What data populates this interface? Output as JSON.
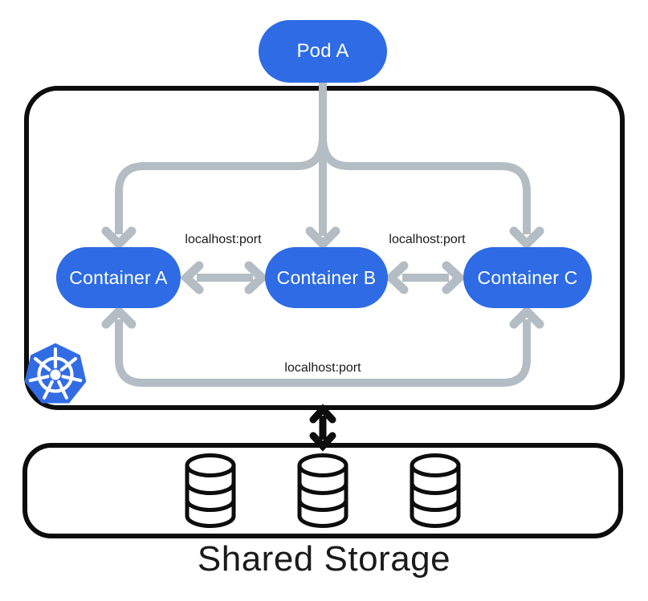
{
  "diagram": {
    "pod": {
      "label": "Pod A"
    },
    "containers": [
      {
        "label": "Container A"
      },
      {
        "label": "Container B"
      },
      {
        "label": "Container C"
      }
    ],
    "links": {
      "a_b_label": "localhost:port",
      "b_c_label": "localhost:port",
      "loop_label": "localhost:port"
    },
    "storage": {
      "title": "Shared Storage",
      "disk_count": 3
    },
    "icons": {
      "kubernetes_logo": "kubernetes-helm-wheel-icon",
      "storage_disk": "database-cylinder-icon"
    },
    "colors": {
      "node_blue": "#2E6BE4",
      "kubernetes_blue": "#326CE5",
      "arrow_gray": "#B4BDC4",
      "outline_black": "#0D0D0D",
      "label_text": "#1A1A1A",
      "node_text": "#FFFFFF"
    }
  }
}
